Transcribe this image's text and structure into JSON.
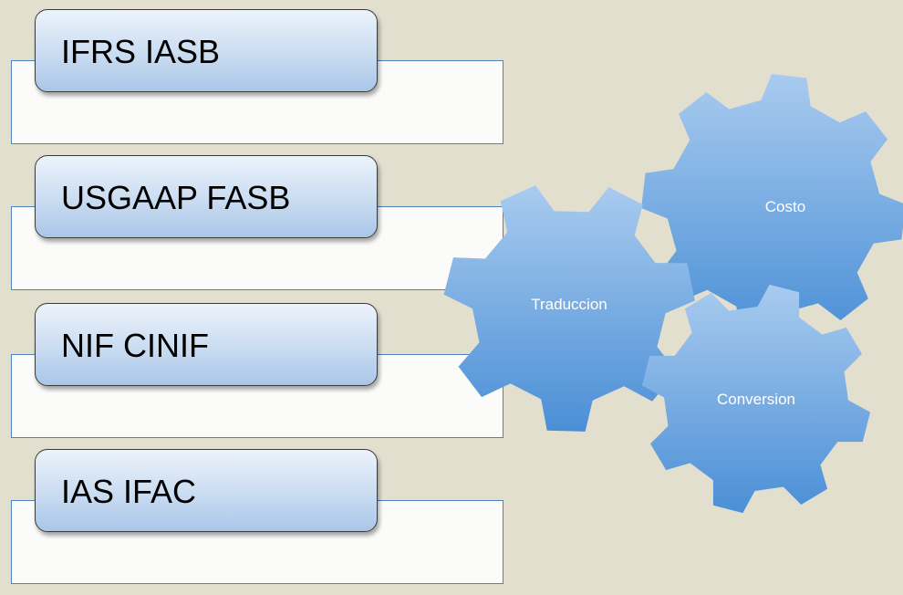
{
  "standards": [
    {
      "label": "IFRS IASB"
    },
    {
      "label": "USGAAP FASB"
    },
    {
      "label": "NIF CINIF"
    },
    {
      "label": "IAS IFAC"
    }
  ],
  "gears": [
    {
      "label": "Costo"
    },
    {
      "label": "Traduccion"
    },
    {
      "label": "Conversion"
    }
  ],
  "colors": {
    "background": "#e3dfcf",
    "frame_border": "#4f81bd",
    "gear_light": "#a9cbef",
    "gear_dark": "#4a8fd6",
    "label_text": "#000000",
    "gear_text": "#ffffff"
  }
}
